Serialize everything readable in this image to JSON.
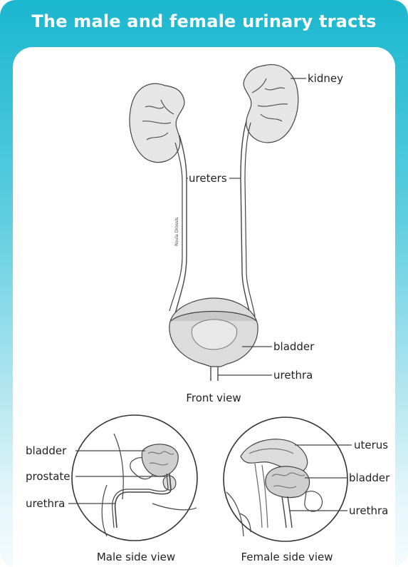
{
  "title": "The male and female urinary tracts",
  "front": {
    "labels": {
      "kidney": "kidney",
      "ureters": "ureters",
      "bladder": "bladder",
      "urethra": "urethra"
    },
    "caption": "Front view",
    "credit": "Roula Drossis"
  },
  "male": {
    "labels": {
      "bladder": "bladder",
      "prostate": "prostate",
      "urethra": "urethra"
    },
    "caption": "Male side view"
  },
  "female": {
    "labels": {
      "uterus": "uterus",
      "bladder": "bladder",
      "urethra": "urethra"
    },
    "caption": "Female side view"
  },
  "colors": {
    "header": "#1bb7cf",
    "organ_fill": "#dcdcdc",
    "organ_dark": "#b9b9b9",
    "line": "#444444"
  }
}
